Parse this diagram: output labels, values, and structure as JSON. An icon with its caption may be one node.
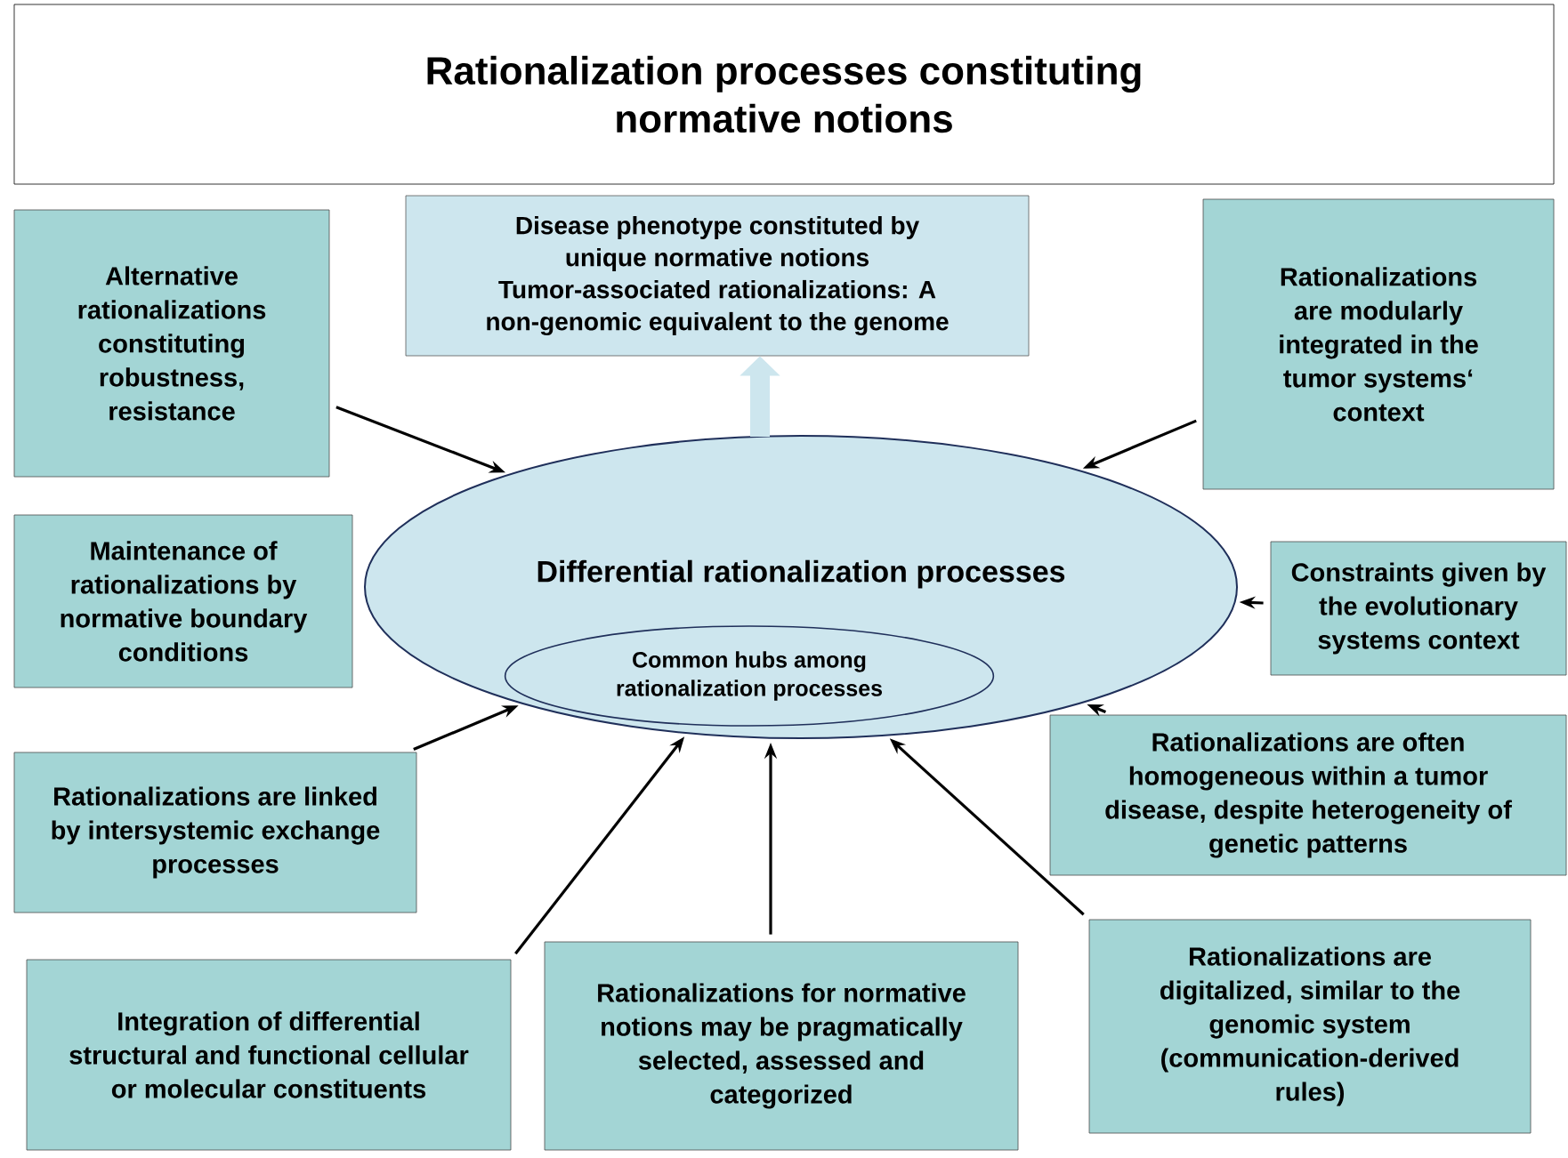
{
  "diagram": {
    "nodes": [
      {
        "text": [
          "Rationalization processes constituting normative notions"
        ]
      },
      {
        "text": [
          "Disease phenotype constituted by unique normative notions",
          "Tumor-associated rationalizations: A non-genomic equivalent to the genome"
        ]
      },
      {
        "text": [
          "Alternative rationalizations constituting robustness, resistance"
        ]
      },
      {
        "text": [
          "Rationalizations are modularly integrated in the tumor systems‘ context"
        ]
      },
      {
        "text": [
          "Differential rationalization processes"
        ]
      },
      {
        "text": [
          "Common hubs among rationalization processes"
        ],
        "in": 4
      },
      {
        "text": [
          "Maintenance of rationalizations by normative boundary conditions"
        ]
      },
      {
        "text": [
          "Constraints given by the evolutionary systems context"
        ]
      },
      {
        "text": [
          "Rationalizations are linked by intersystemic exchange processes"
        ]
      },
      {
        "text": [
          "Rationalizations are often homogeneous within a tumor disease, despite heterogeneity of genetic patterns"
        ]
      },
      {
        "text": [
          "Integration of differential structural and functional cellular or molecular constituents"
        ]
      },
      {
        "text": [
          "Rationalizations for normative notions may be pragmatically selected, assessed and categorized"
        ]
      },
      {
        "text": [
          "Rationalizations are digitalized, similar to the genomic system (communication-derived rules)"
        ]
      }
    ],
    "edges": [
      {
        "from": 4,
        "to": 1,
        "arrow": "to",
        "style": "thick",
        "color": "#cde6ee"
      },
      {
        "from": 2,
        "to": 4,
        "arrow": "to"
      },
      {
        "from": 3,
        "to": 4,
        "arrow": "to"
      },
      {
        "from": 7,
        "to": 4,
        "arrow": "to"
      },
      {
        "from": 9,
        "to": 4,
        "arrow": "to"
      },
      {
        "from": 8,
        "to": 4,
        "arrow": "to"
      },
      {
        "from": 10,
        "to": 4,
        "arrow": "to"
      },
      {
        "from": 11,
        "to": 4,
        "arrow": "to"
      },
      {
        "from": 12,
        "to": 4,
        "arrow": "to"
      }
    ]
  }
}
